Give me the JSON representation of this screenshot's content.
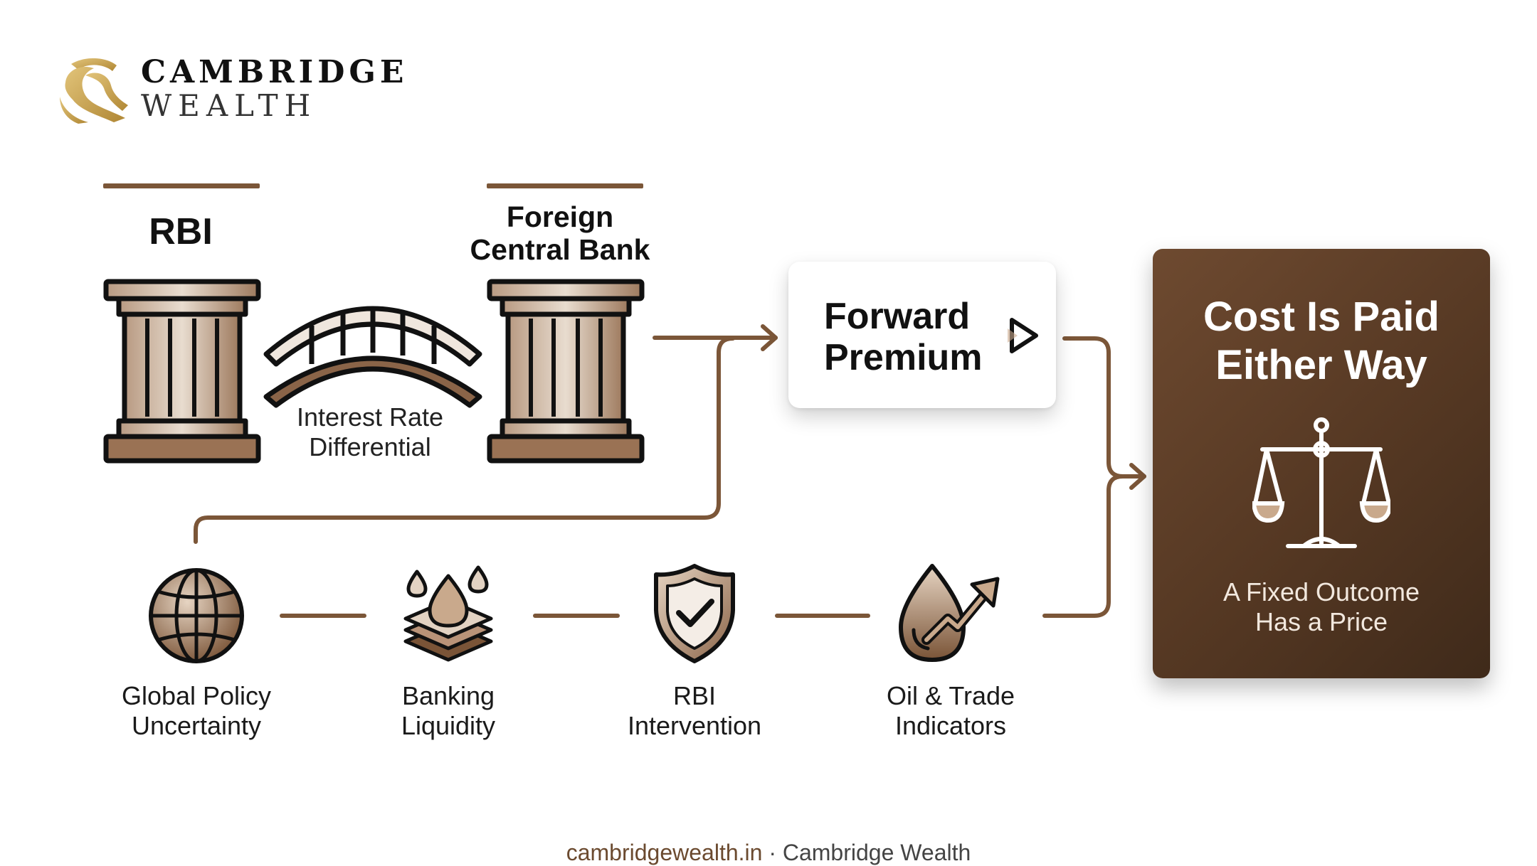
{
  "brand": {
    "name": "CAMBRIDGE",
    "sub": "WEALTH",
    "icon": "lion-crest-icon",
    "color": "#c9a24a"
  },
  "pillars": {
    "left_title": "RBI",
    "right_title": "Foreign\nCentral Bank",
    "bridge_label": "Interest Rate\nDifferential"
  },
  "forward_premium": {
    "title": "Forward\nPremium",
    "icon": "play-arrow-icon"
  },
  "result": {
    "title": "Cost Is Paid\nEither Way",
    "subtitle": "A Fixed Outcome\nHas a Price",
    "icon": "balance-scale-icon"
  },
  "factors": [
    {
      "label": "Global Policy\nUncertainty",
      "icon": "globe-icon"
    },
    {
      "label": "Banking\nLiquidity",
      "icon": "liquidity-layers-icon"
    },
    {
      "label": "RBI\nIntervention",
      "icon": "shield-check-icon"
    },
    {
      "label": "Oil & Trade\nIndicators",
      "icon": "oil-drop-trend-icon"
    }
  ],
  "footer": {
    "site": "cambridgewealth.in",
    "separator": " · ",
    "brand": "Cambridge Wealth"
  },
  "colors": {
    "accent": "#7b5638",
    "card_dark": "#5a3b25",
    "gold": "#c9a24a"
  }
}
